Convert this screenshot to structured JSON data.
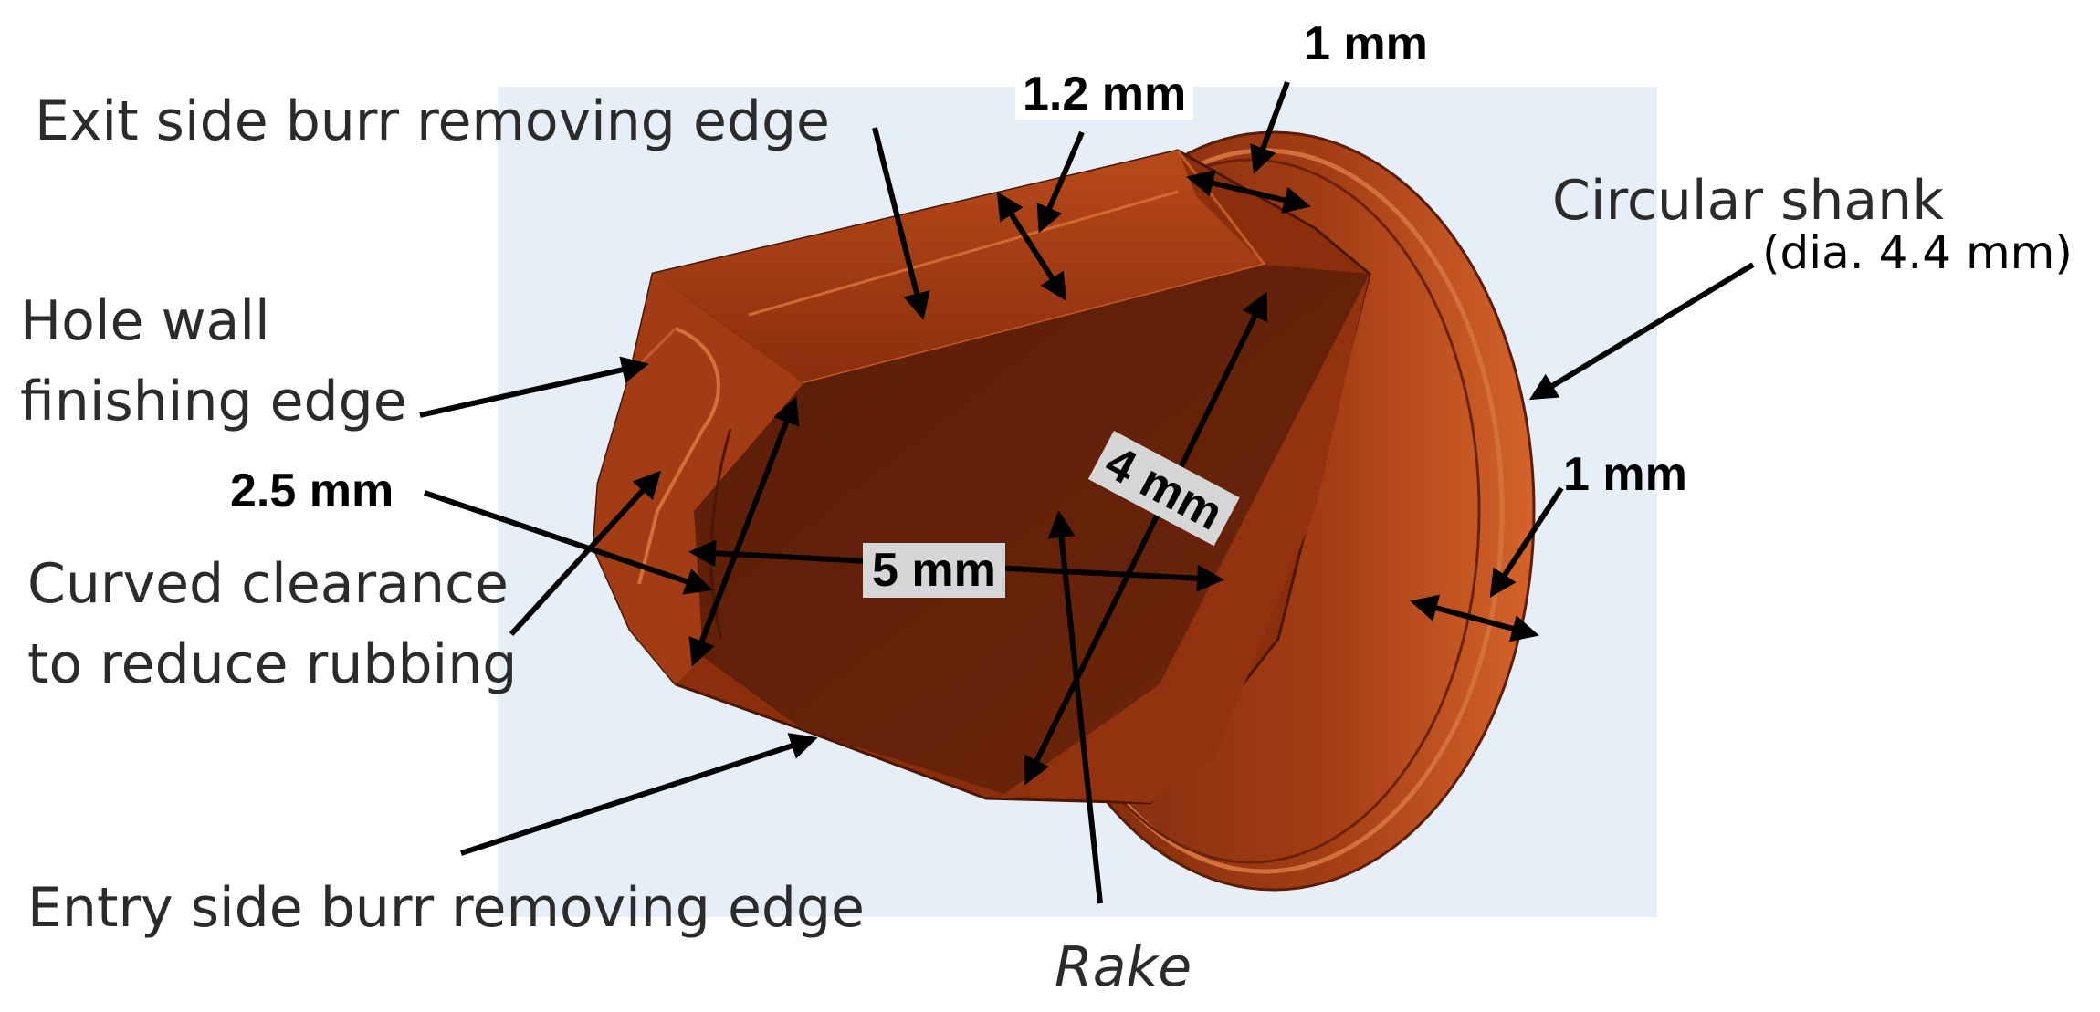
{
  "labels": {
    "exit_edge": "Exit side burr removing edge",
    "hole_wall_line1": "Hole wall",
    "hole_wall_line2": "finishing edge",
    "curved_line1": "Curved clearance",
    "curved_line2": "to reduce rubbing",
    "entry_edge": "Entry side burr removing edge",
    "rake": "Rake",
    "shank": "Circular shank",
    "shank_dia": "(dia. 4.4 mm)"
  },
  "dimensions": {
    "top_right": "1 mm",
    "top": "1.2 mm",
    "left": "2.5 mm",
    "length": "5 mm",
    "height": "4 mm",
    "right": "1 mm"
  },
  "colors": {
    "background_panel": "#e6eef7",
    "tool_body": "#8a2e0c",
    "tool_light": "#c2521c",
    "tool_dark": "#5e1f08",
    "arrow": "#000000"
  }
}
